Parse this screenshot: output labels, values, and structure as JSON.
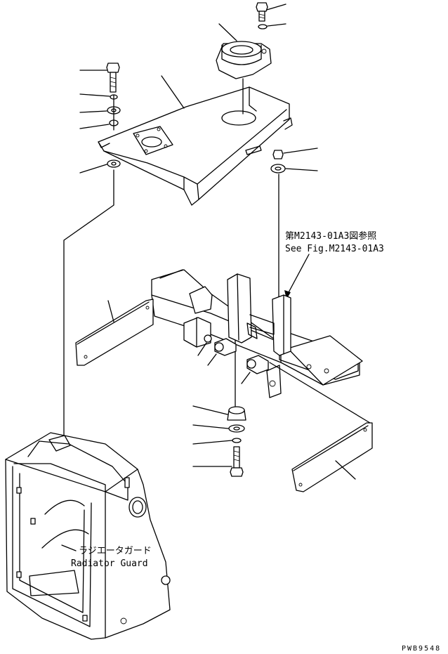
{
  "reference_note": {
    "line_jp": "第M2143-01A3図参照",
    "line_en": "See Fig.M2143-01A3"
  },
  "radiator_guard_label": {
    "jp": "ラジエータガード",
    "en": "Radiator Guard"
  },
  "drawing_code": "PWB9548"
}
